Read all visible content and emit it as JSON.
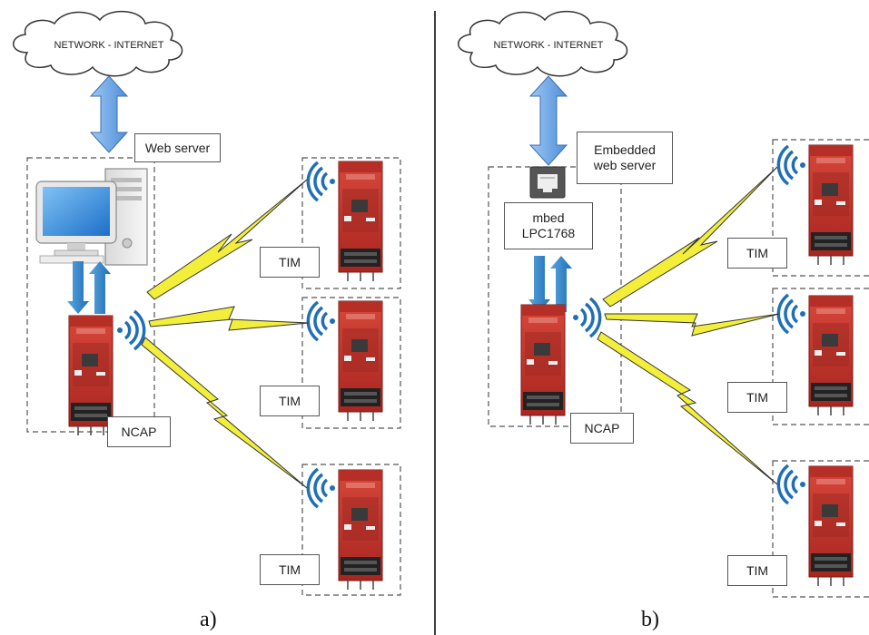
{
  "panel_a": {
    "cloud": "NETWORK - INTERNET",
    "server_label": "Web server",
    "ncap_label": "NCAP",
    "tim_labels": [
      "TIM",
      "TIM",
      "TIM"
    ],
    "caption": "a)"
  },
  "panel_b": {
    "cloud": "NETWORK - INTERNET",
    "server_label_lines": [
      "Embedded",
      "web server"
    ],
    "mbed_lines": [
      "mbed",
      "LPC1768"
    ],
    "ncap_label": "NCAP",
    "tim_labels": [
      "TIM",
      "TIM",
      "TIM"
    ],
    "caption": "b)"
  },
  "colors": {
    "board_red": "#c8322a",
    "board_dark": "#8a1e18",
    "wifi_blue": "#1f6fb8",
    "arrow_blue": "#6fa8e8",
    "bolt_yellow": "#f2ee3a",
    "monitor_blue": "#2a7fd4"
  },
  "icons": [
    "cloud-icon",
    "computer-icon",
    "ethernet-port-icon",
    "wifi-icon",
    "lightning-icon",
    "board-icon",
    "double-arrow-icon"
  ]
}
